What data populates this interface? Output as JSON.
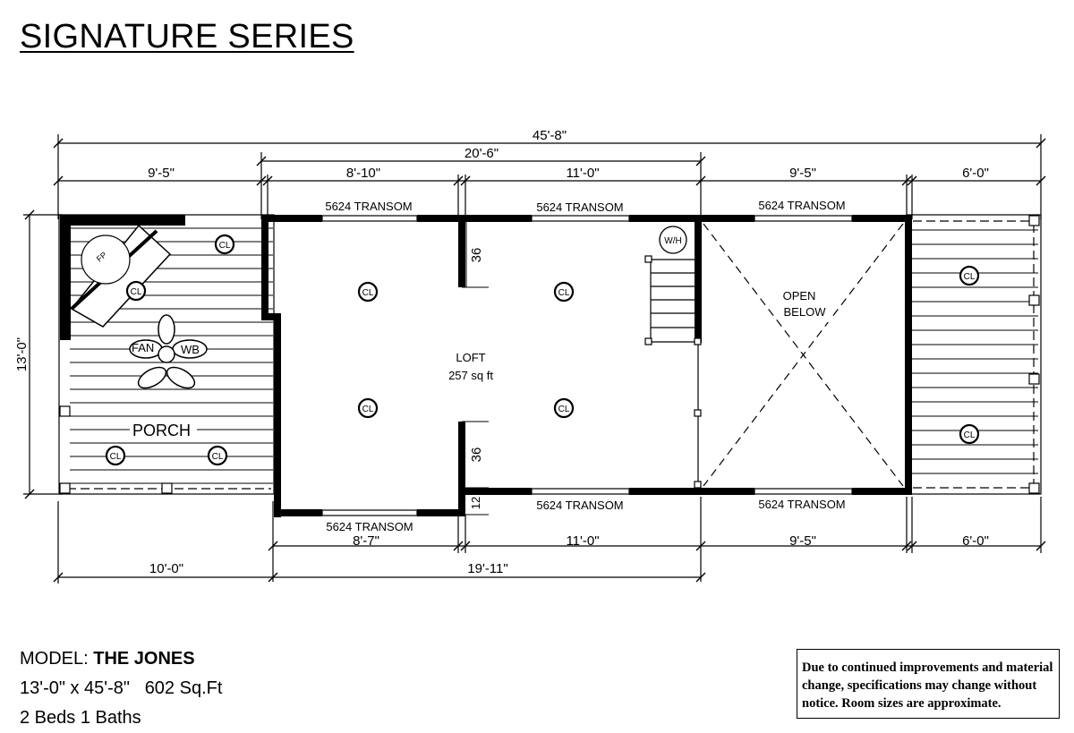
{
  "header": {
    "series_title": "SIGNATURE SERIES"
  },
  "plan": {
    "overall_length": "45'-8\"",
    "upper_span": "20'-6\"",
    "width": "13'-0\"",
    "top_dims": [
      "9'-5\"",
      "8'-10\"",
      "11'-0\"",
      "9'-5\"",
      "6'-0\""
    ],
    "bottom_dims": [
      "8'-7\"",
      "11'-0\"",
      "9'-5\"",
      "6'-0\""
    ],
    "bottom_overall": [
      "10'-0\"",
      "19'-11\""
    ],
    "transom_label": "5624 TRANSOM",
    "loft_label": "LOFT",
    "loft_area": "257 sq ft",
    "open_below": [
      "OPEN",
      "BELOW"
    ],
    "porch_label": "PORCH",
    "ceiling_light": "CL",
    "fan": "FAN",
    "wood_burner": "WB",
    "fireplace": "FP",
    "water_heater": "W/H",
    "wall_36": "36",
    "wall_12": "12"
  },
  "model": {
    "prefix": "MODEL: ",
    "name": "THE JONES",
    "size": "13'-0\" x 45'-8\"",
    "area": "602 Sq.Ft",
    "beds_baths": "2 Beds 1 Baths"
  },
  "disclaimer": "Due to continued improvements and material change, specifications may change without notice. Room sizes are approximate."
}
